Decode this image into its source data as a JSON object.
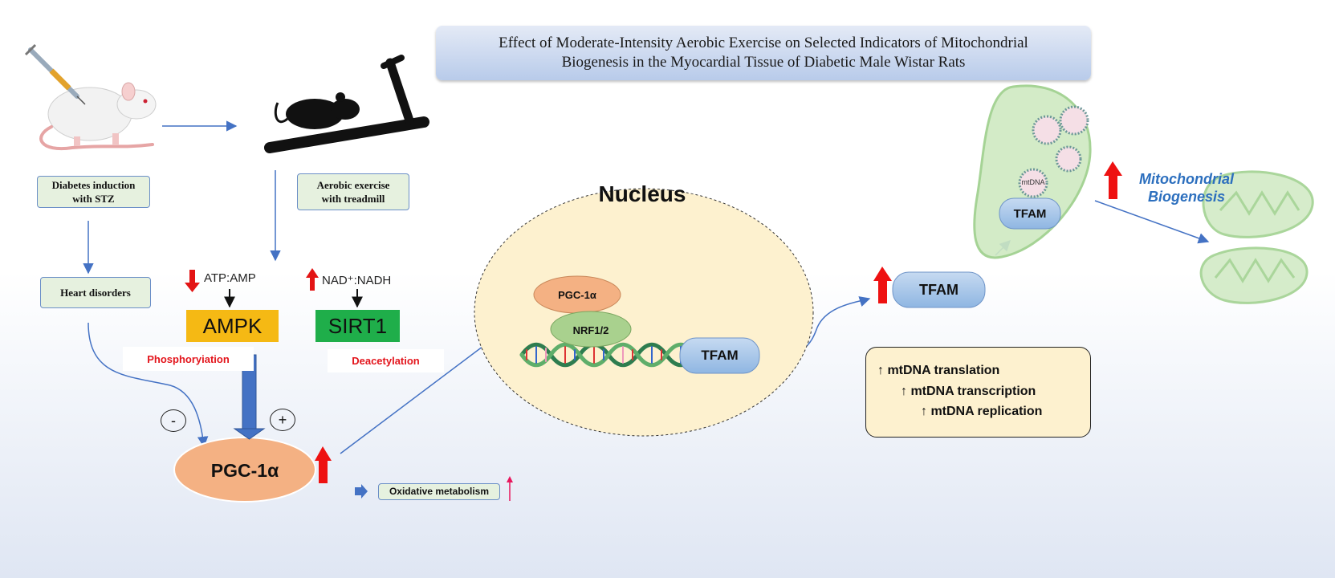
{
  "title": {
    "line1": "Effect of Moderate-Intensity Aerobic Exercise on Selected Indicators of Mitochondrial",
    "line2": "Biogenesis in the Myocardial Tissue of Diabetic Male Wistar Rats"
  },
  "boxes": {
    "diabetes_line1": "Diabetes induction",
    "diabetes_line2": "with STZ",
    "exercise_line1": "Aerobic exercise",
    "exercise_line2": "with treadmill",
    "heart": "Heart disorders",
    "oxidative": "Oxidative metabolism"
  },
  "pathway": {
    "atp_amp": "ATP:AMP",
    "nad_nadh": "NAD⁺:NADH",
    "ampk": "AMPK",
    "sirt1": "SIRT1",
    "phosphorylation": "Phosphoryiation",
    "deacetylation": "Deacetylation",
    "pgc_main": "PGC-1α",
    "minus": "-",
    "plus": "+"
  },
  "nucleus": {
    "title": "Nucleus",
    "pgc": "PGC-1α",
    "nrf": "NRF1/2",
    "tfam": "TFAM"
  },
  "tfam_outside": "TFAM",
  "mito": {
    "tfam": "TFAM",
    "mtdna": "mtDNA",
    "label_line1": "Mitochondrial",
    "label_line2": "Biogenesis"
  },
  "effects": [
    "↑ mtDNA translation",
    "↑ mtDNA transcription",
    "↑ mtDNA replication"
  ],
  "colors": {
    "up_arrow": "#ee1111",
    "blue_line": "#4472c4",
    "pgc_fill": "#f4b183",
    "ampk_fill": "#f5b914",
    "sirt1_fill": "#1fae4a",
    "nucleus_fill": "#fdf1cf",
    "tfam_fill": "#9dc3e6"
  }
}
